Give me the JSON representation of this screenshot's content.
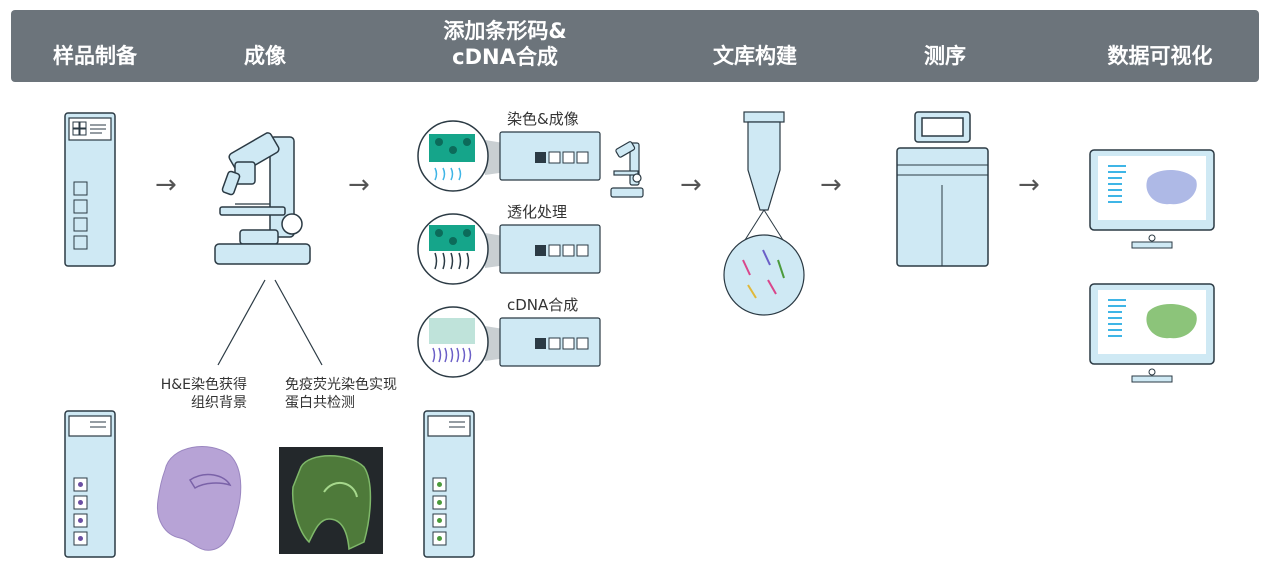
{
  "header": {
    "steps": [
      {
        "label": "样品制备"
      },
      {
        "label": "成像"
      },
      {
        "label": "添加条形码&",
        "label2": "cDNA合成"
      },
      {
        "label": "文库构建"
      },
      {
        "label": "测序"
      },
      {
        "label": "数据可视化"
      }
    ]
  },
  "barcoding": {
    "stage1": "染色&成像",
    "stage2": "透化处理",
    "stage3": "cDNA合成"
  },
  "imaging": {
    "he_caption_line1": "H&E染色获得",
    "he_caption_line2": "组织背景",
    "if_caption_line1": "免疫荧光染色实现",
    "if_caption_line2": "蛋白共检测"
  },
  "arrow_glyph": "→",
  "colors": {
    "header_bg": "#6c747b",
    "device_fill": "#cfe9f4",
    "outline": "#2b3a44",
    "teal": "#15a58a",
    "he_purple": "#b7a3d6",
    "if_green": "#6aa84f",
    "cyan_lines": "#3fb5e6"
  }
}
